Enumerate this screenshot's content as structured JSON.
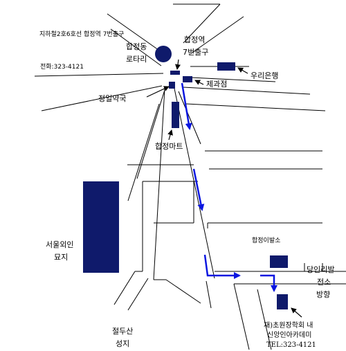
{
  "header": {
    "subway_note": "지하철2호6호선  합정역  7번출구",
    "phone": "전화:323-4121"
  },
  "labels": {
    "rotary_line1": "합정동",
    "rotary_line2": "로타리",
    "station_line1": "합정역",
    "station_line2": "7번출구",
    "bank": "우리은행",
    "bakery": "제과점",
    "pharmacy": "정일약국",
    "mart": "합정마트",
    "cemetery_line1": "서울외인",
    "cemetery_line2": "묘지",
    "barber": "합정이발소",
    "power_line1": "당인리발",
    "power_line2": "전소",
    "power_line3": "방향",
    "academy_line1": "재)초원장학회 내",
    "academy_line2": "신앙인아카데미",
    "academy_phone": "TEL:323-4121",
    "shrine_line1": "절두산",
    "shrine_line2": "성지"
  },
  "colors": {
    "block": "#0f1a6b",
    "route": "#0a16e0",
    "road": "#000000"
  },
  "icons": {
    "rotary": "rotary-circle-icon",
    "route": "route-arrow-icon",
    "pointer": "pointer-arrow-icon"
  }
}
